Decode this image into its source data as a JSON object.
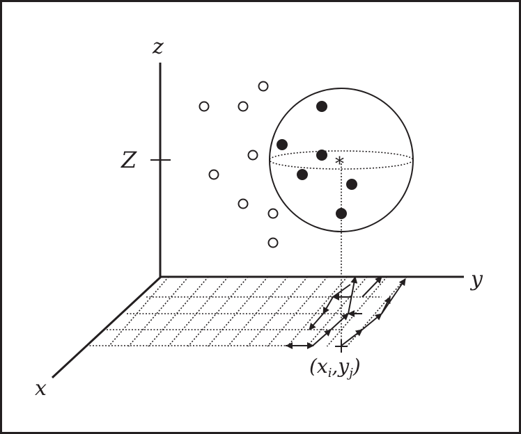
{
  "labels": {
    "z_axis": "z",
    "y_axis": "y",
    "x_axis": "x",
    "z_tick": "Z",
    "center_marker": "*",
    "grid_point_open": "(x",
    "grid_point_sub_i": "i",
    "grid_point_sep": ",y",
    "grid_point_sub_j": "j",
    "grid_point_close": ")"
  },
  "colors": {
    "ink": "#231f20",
    "background": "#ffffff"
  }
}
